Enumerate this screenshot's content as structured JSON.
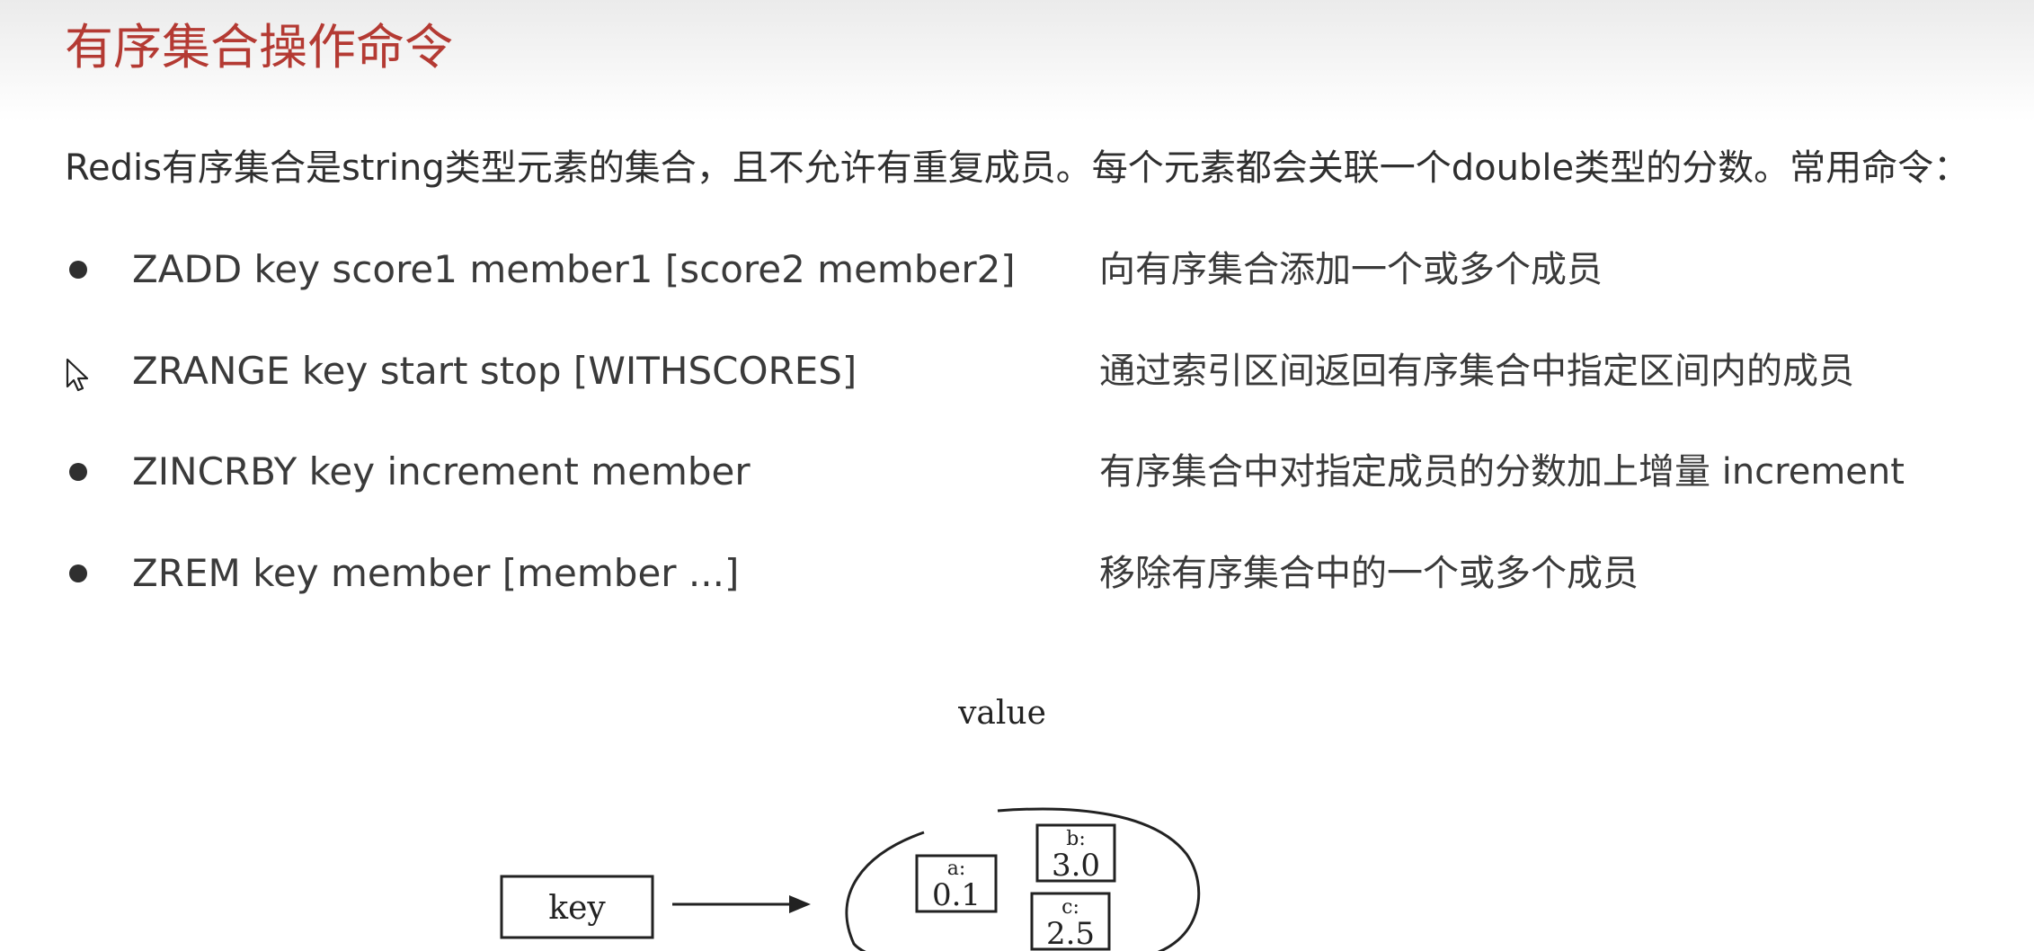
{
  "slide": {
    "title": "有序集合操作命令",
    "intro": "Redis有序集合是string类型元素的集合，且不允许有重复成员。每个元素都会关联一个double类型的分数。常用命令："
  },
  "commands": [
    {
      "cmd": "ZADD key score1 member1 [score2 member2]",
      "desc": "向有序集合添加一个或多个成员"
    },
    {
      "cmd": "ZRANGE key start stop [WITHSCORES]",
      "desc": "通过索引区间返回有序集合中指定区间内的成员"
    },
    {
      "cmd": "ZINCRBY key increment member",
      "desc": "有序集合中对指定成员的分数加上增量 increment"
    },
    {
      "cmd": "ZREM key member [member ...]",
      "desc": "移除有序集合中的一个或多个成员"
    }
  ],
  "diagram": {
    "value_label": "value",
    "key_label": "key",
    "members": [
      {
        "name": "a:",
        "score": "0.1"
      },
      {
        "name": "b:",
        "score": "3.0"
      },
      {
        "name": "c:",
        "score": "2.5"
      }
    ]
  }
}
